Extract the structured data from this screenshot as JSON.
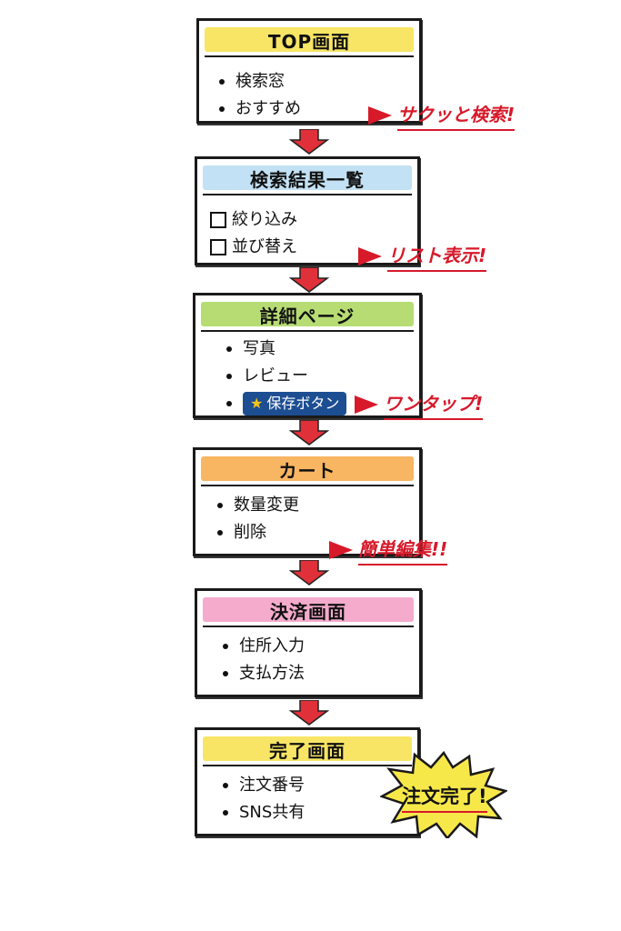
{
  "steps": [
    {
      "title": "TOP画面",
      "color": "#f7e04a",
      "items": [
        "検索窓",
        "おすすめ"
      ],
      "callout": "サクッと検索!"
    },
    {
      "title": "検索結果一覧",
      "color": "#b9dcf2",
      "items": [
        "絞り込み",
        "並び替え"
      ],
      "callout": "リスト表示!"
    },
    {
      "title": "詳細ページ",
      "color": "#a9d65a",
      "items": [
        "写真",
        "レビュー"
      ],
      "save_button": "保存ボタン",
      "callout": "ワンタップ!"
    },
    {
      "title": "カート",
      "color": "#f7a847",
      "items": [
        "数量変更",
        "削除"
      ],
      "callout": "簡単編集!!"
    },
    {
      "title": "決済画面",
      "color": "#f29cc3",
      "items": [
        "住所入力",
        "支払方法"
      ]
    },
    {
      "title": "完了画面",
      "color": "#f7e04a",
      "items": [
        "注文番号",
        "SNS共有"
      ],
      "burst": "注文完了!"
    }
  ],
  "colors": {
    "accent": "#d7192a",
    "button": "#1d4e92",
    "burst": "#f7e84a"
  }
}
